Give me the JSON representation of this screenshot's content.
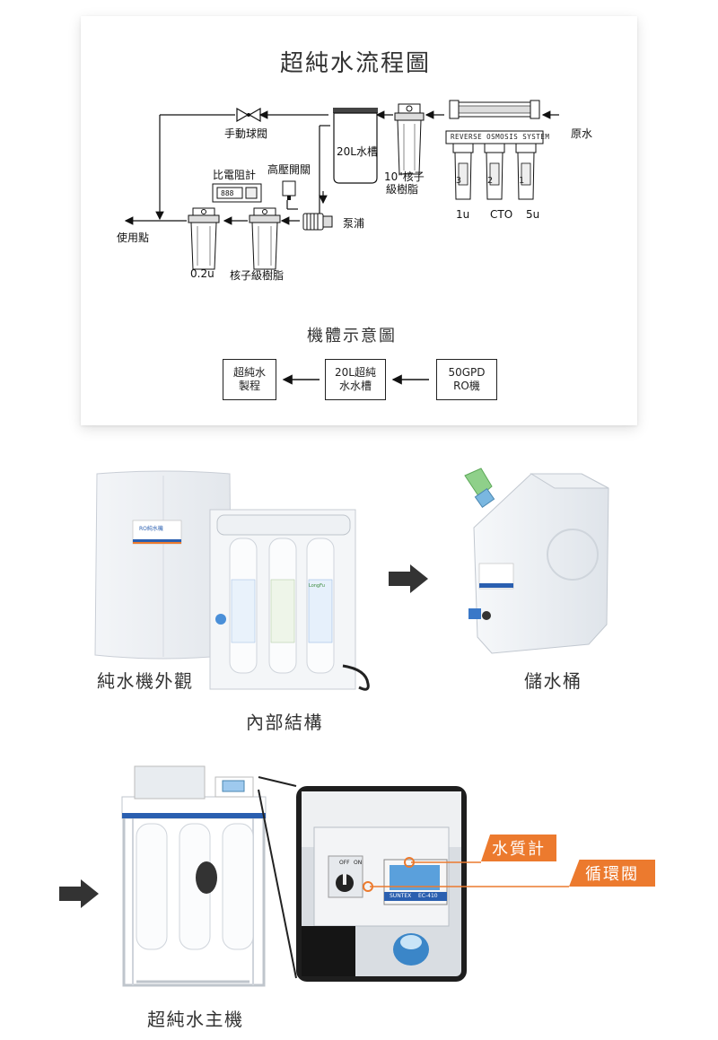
{
  "flow": {
    "title": "超純水流程圖",
    "labels": {
      "ball_valve": "手動球閥",
      "tank": "20L水槽",
      "raw_water": "原水",
      "ro_brand": "REVERSE OSMOSIS SYSTEM",
      "resin_10": "10\"核子",
      "resin_10_b": "級樹脂",
      "resistivity_meter": "比電阻計",
      "hp_switch": "高壓開關",
      "pump": "泵浦",
      "use_point": "使用點",
      "filter_02u": "0.2u",
      "nuclear_resin": "核子級樹脂",
      "f1u": "1u",
      "fcto": "CTO",
      "f5u": "5u",
      "stage3": "3",
      "stage2": "2",
      "stage1": "1"
    }
  },
  "schematic": {
    "title": "機體示意圖",
    "box_left": [
      "超純水",
      "製程"
    ],
    "box_mid": [
      "20L超純",
      "水水槽"
    ],
    "box_right": [
      "50GPD",
      "RO機"
    ]
  },
  "photos": {
    "exterior": "純水機外觀",
    "interior": "內部結構",
    "storage": "儲水桶",
    "main_unit": "超純水主機",
    "panel_label": "RO純水機",
    "switch_off": "OFF",
    "switch_on": "ON",
    "meter_brand": "SUNTEX",
    "meter_model": "EC-410",
    "filter_brand": "LongFu"
  },
  "callouts": {
    "quality_meter": "水質計",
    "circulation_valve": "循環閥"
  },
  "colors": {
    "accent": "#ec7a2e",
    "arrow": "#333333"
  }
}
